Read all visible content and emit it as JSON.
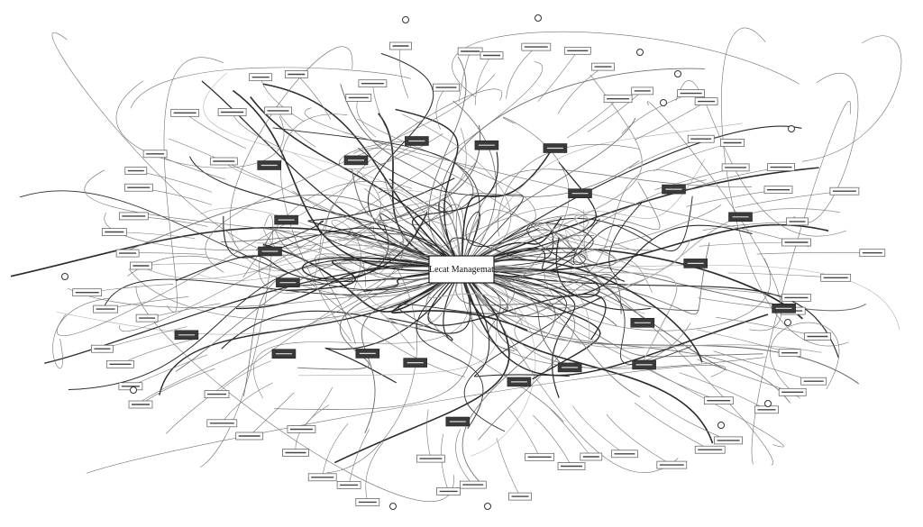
{
  "center_node": {
    "title": "Lecat Managemat"
  },
  "colors": {
    "background": "#ffffff",
    "line_dark": "#2b2b2b",
    "line_mid": "#6f6f6f",
    "line_light": "#a9a9a9",
    "label_fill": "#ffffff",
    "label_dark_fill": "#3a3a3a",
    "label_border": "#555555"
  },
  "labels": {
    "light_count": 70,
    "dark_count": 22
  }
}
